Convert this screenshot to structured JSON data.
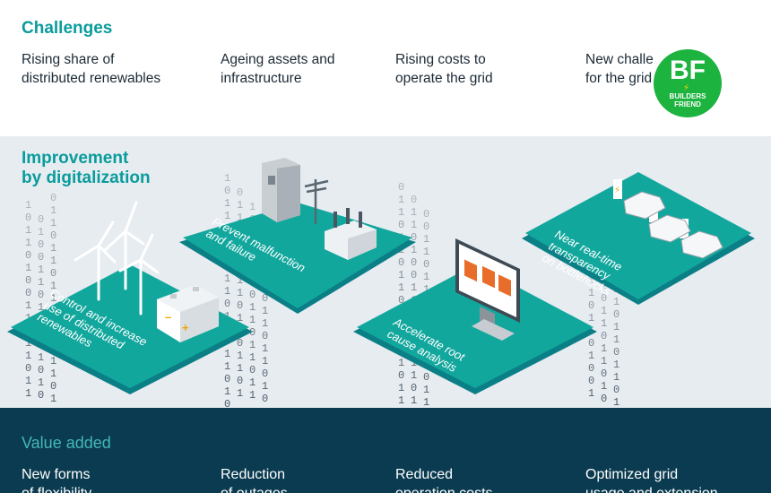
{
  "header": {
    "challenges_title": "Challenges",
    "challenges": [
      "Rising share of\ndistributed renewables",
      "Ageing assets and\ninfrastructure",
      "Rising costs to\noperate the grid",
      "New challe\nfor the grid"
    ]
  },
  "badge": {
    "letters": "BF",
    "words": "BUILDERS\nFRIEND",
    "color": "#1db33f"
  },
  "improvement": {
    "title": "Improvement\nby digitalization",
    "tiles": [
      "Control and increase\nuse of distributed\nrenewables",
      "Prevent malfunction\nand failure",
      "Accelerate root\ncause analysis",
      "Near real-time\ntransparency\non bottlenecks"
    ]
  },
  "binary_digits": [
    "1",
    "0",
    "1",
    "1",
    "0",
    "1",
    "0",
    "0",
    "1",
    "1",
    "0",
    "1"
  ],
  "value_added": {
    "title": "Value added",
    "items": [
      "New forms\nof flexibility",
      "Reduction\nof outages",
      "Reduced\noperation costs",
      "Optimized grid\nusage and extension"
    ]
  },
  "colors": {
    "teal": "#0a9c9c",
    "tile": "#12a79d",
    "tile_dark": "#0b7f86",
    "navy": "#0b3b50",
    "band": "#e7ecf1"
  }
}
